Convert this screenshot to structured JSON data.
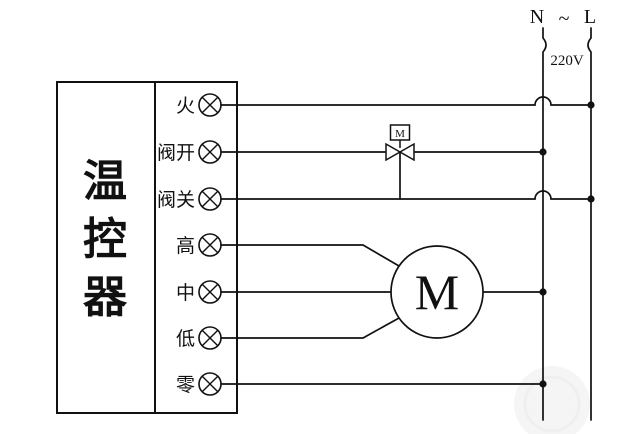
{
  "diagram": {
    "device": {
      "chars": [
        "温",
        "控",
        "器"
      ]
    },
    "terminals": [
      {
        "label": "火"
      },
      {
        "label": "阀开"
      },
      {
        "label": "阀关"
      },
      {
        "label": "高"
      },
      {
        "label": "中"
      },
      {
        "label": "低"
      },
      {
        "label": "零"
      }
    ],
    "valve": {
      "motor_label": "M"
    },
    "motor": {
      "label": "M"
    },
    "power": {
      "neutral_label": "N",
      "tilde": "~",
      "live_label": "L",
      "voltage": "220V"
    },
    "colors": {
      "line": "#111111",
      "background": "#ffffff"
    }
  }
}
